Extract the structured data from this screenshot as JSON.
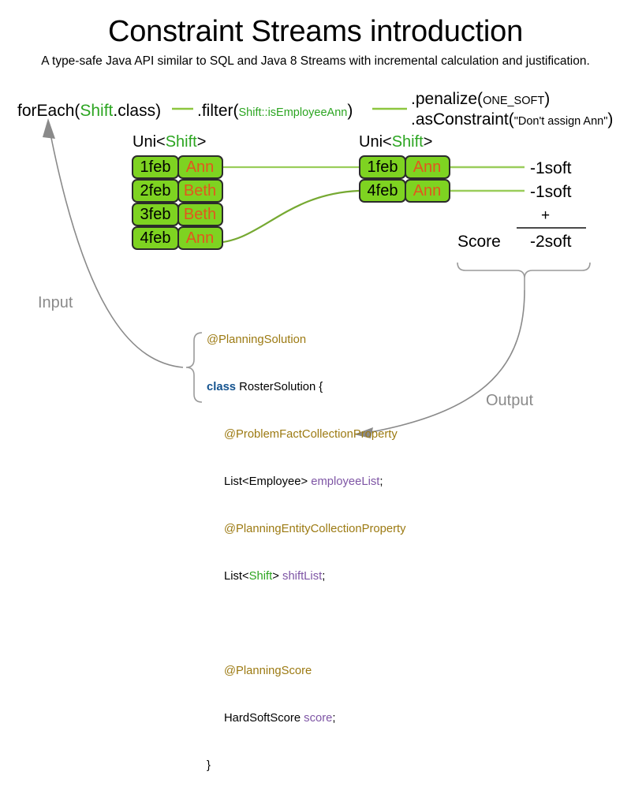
{
  "page": {
    "title": "Constraint Streams introduction",
    "subtitle": "A type-safe Java API similar to SQL and Java 8 Streams with incremental calculation and justification."
  },
  "colors": {
    "fact_fill": "#7ed321",
    "fact_border": "#2b2b2b",
    "employee_text": "#e2571e",
    "type_green": "#2ca521",
    "connector_green": "#8dc63f",
    "annotation_gold": "#9c7a12",
    "keyword_blue": "#14538f",
    "field_purple": "#7e55a5",
    "arrow_gray": "#8a8a8a"
  },
  "pipeline": {
    "forEach": {
      "prefix": "forEach(",
      "type": "Shift",
      "suffix": ".class)"
    },
    "filter": {
      "prefix": ".filter(",
      "arg": "Shift::isEmployeeAnn",
      "suffix": ")"
    },
    "penalize": {
      "prefix": ".penalize(",
      "arg": "ONE_SOFT",
      "suffix": ")"
    },
    "asConstraint": {
      "prefix": ".asConstraint(",
      "arg": "\"Don't assign Ann\"",
      "suffix": ")"
    }
  },
  "streams": {
    "left": {
      "label_prefix": "Uni<",
      "label_type": "Shift",
      "label_suffix": ">",
      "facts": [
        {
          "date": "1feb",
          "employee": "Ann"
        },
        {
          "date": "2feb",
          "employee": "Beth"
        },
        {
          "date": "3feb",
          "employee": "Beth"
        },
        {
          "date": "4feb",
          "employee": "Ann"
        }
      ]
    },
    "right": {
      "label_prefix": "Uni<",
      "label_type": "Shift",
      "label_suffix": ">",
      "facts": [
        {
          "date": "1feb",
          "employee": "Ann"
        },
        {
          "date": "4feb",
          "employee": "Ann"
        }
      ]
    }
  },
  "scores": {
    "per_match": [
      "-1soft",
      "-1soft"
    ],
    "operator": "+",
    "label": "Score",
    "total": "-2soft"
  },
  "annotations": {
    "input": "Input",
    "output": "Output"
  },
  "domain_code": {
    "line1_ann": "@PlanningSolution",
    "line2_kw": "class",
    "line2_rest": " RosterSolution {",
    "line3_ann": "@ProblemFactCollectionProperty",
    "line4_a": "List<Employee> ",
    "line4_field": "employeeList",
    "line4_b": ";",
    "line5_ann": "@PlanningEntityCollectionProperty",
    "line6_a": "List<",
    "line6_type": "Shift",
    "line6_b": "> ",
    "line6_field": "shiftList",
    "line6_c": ";",
    "line8_ann": "@PlanningScore",
    "line9_a": "HardSoftScore ",
    "line9_field": "score",
    "line9_b": ";",
    "line10": "}"
  }
}
